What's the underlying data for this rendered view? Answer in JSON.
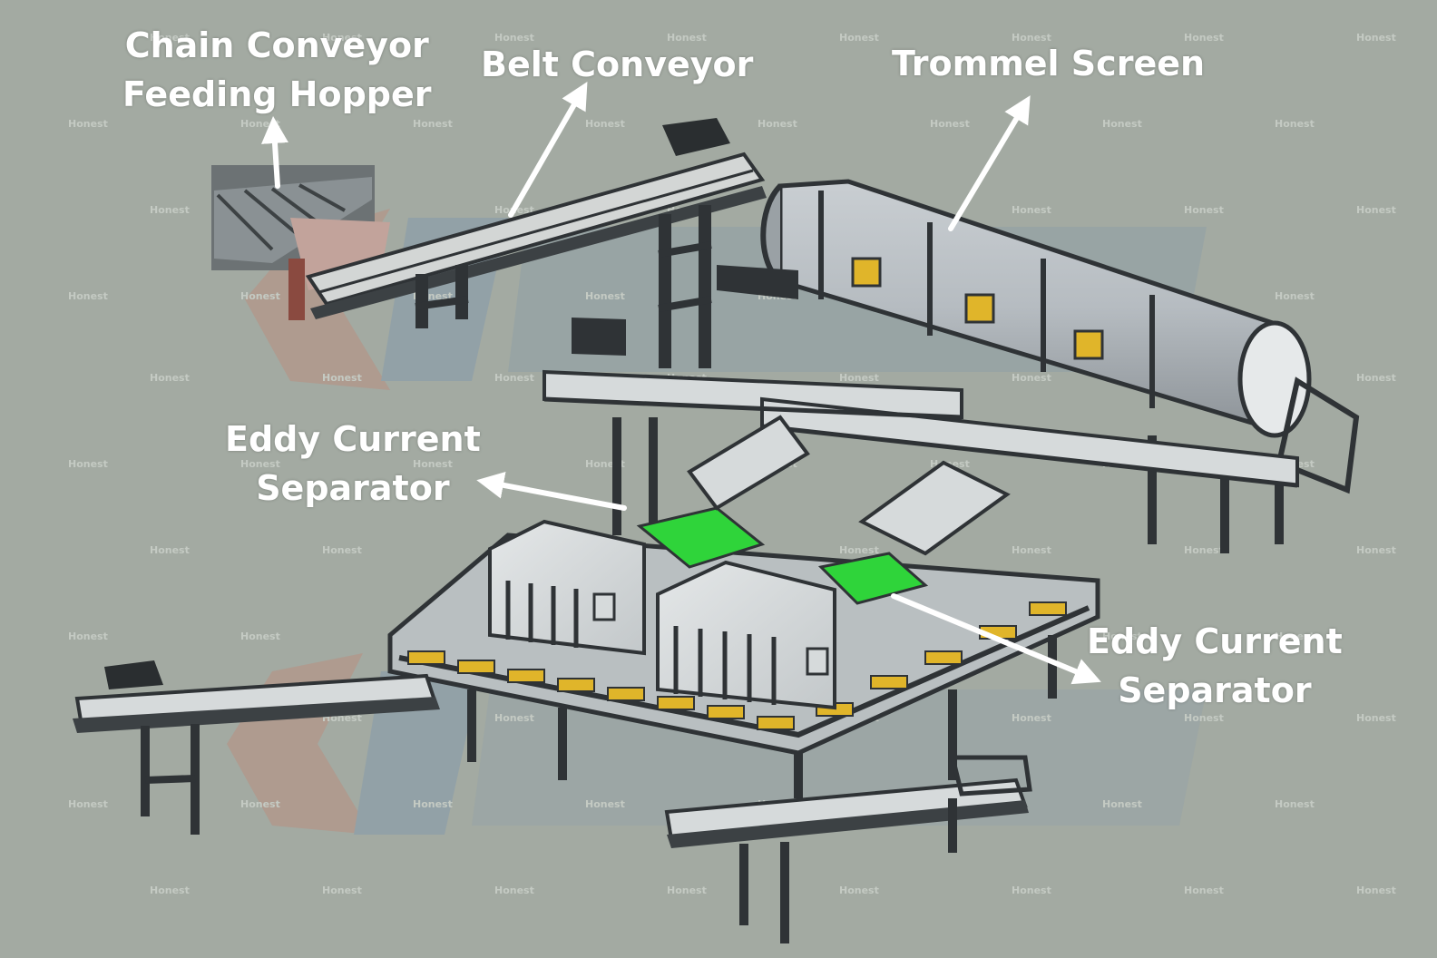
{
  "labels": {
    "chain_conveyor": [
      "Chain Conveyor",
      "Feeding Hopper"
    ],
    "belt_conveyor": "Belt Conveyor",
    "trommel_screen": "Trommel Screen",
    "eddy_current_left": [
      "Eddy Current",
      "Separator"
    ],
    "eddy_current_right": [
      "Eddy Current",
      "Separator"
    ]
  },
  "watermark": {
    "text": "Honest",
    "logo": "HONEST"
  },
  "colors": {
    "background": "#a3aaa2",
    "label_text": "#ffffff",
    "arrow": "#ffffff",
    "frame": "#2f3336",
    "machine_body": "#d6dadb",
    "walkway": "#e0b52a",
    "magnet_pad": "#2fd43a",
    "watermark_red": "#c97a6a",
    "watermark_blue": "#6f8fb5"
  }
}
